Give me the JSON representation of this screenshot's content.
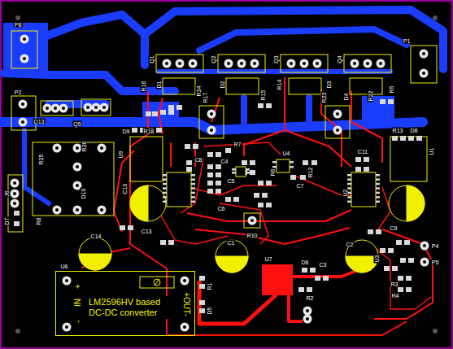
{
  "diagram": {
    "nodes": [
      {
        "text": [
          "LM2596HV based DC-DC converter"
        ]
      }
    ],
    "labels": [
      "P8",
      "P2",
      "D13",
      "Q5",
      "Q1",
      "D1",
      "R16",
      "R24",
      "Q2",
      "D2",
      "R17",
      "R15",
      "Q3",
      "R14",
      "D3",
      "Q4",
      "D4",
      "R23",
      "R22",
      "R5",
      "P1",
      "D9",
      "R18",
      "R26",
      "R25",
      "C10",
      "C8",
      "R7",
      "C4",
      "C5",
      "U4",
      "C7",
      "R12",
      "R6",
      "R13",
      "D8",
      "U1",
      "C11",
      "U2",
      "C9",
      "C13",
      "C14",
      "R10",
      "C1",
      "C2",
      "U7",
      "D6",
      "C3",
      "R2",
      "P5",
      "P4",
      "U3",
      "R3",
      "R4",
      "R1",
      "D5",
      "U6",
      "D7",
      "J6",
      "R8",
      "U9",
      "D10",
      "C6",
      "+",
      "IN",
      "-",
      "+OUT-"
    ]
  }
}
